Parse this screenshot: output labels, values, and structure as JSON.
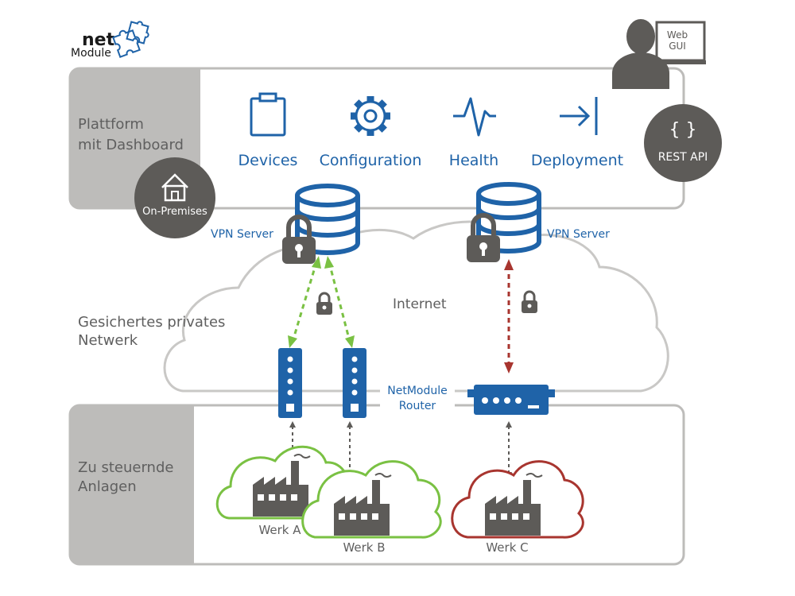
{
  "logo": {
    "line1": "net",
    "line2": "Module"
  },
  "user": {
    "screen_line1": "Web",
    "screen_line2": "GUI"
  },
  "platform": {
    "label_line1": "Plattform",
    "label_line2": "mit Dashboard",
    "features": [
      "Devices",
      "Configuration",
      "Health",
      "Deployment"
    ],
    "rest_api_icon": "{ }",
    "rest_api_label": "REST API",
    "on_premises_label": "On-Premises"
  },
  "vpn": {
    "left_label": "VPN Server",
    "right_label": "VPN Server"
  },
  "network": {
    "internet_label": "Internet",
    "private_line1": "Gesichertes privates",
    "private_line2": "Netwerk",
    "router_line1": "NetModule",
    "router_line2": "Router"
  },
  "plants": {
    "label_line1": "Zu steuernde",
    "label_line2": "Anlagen",
    "items": [
      "Werk A",
      "Werk B",
      "Werk C"
    ]
  },
  "colors": {
    "blue": "#1f63a8",
    "gray_panel": "#bdbcba",
    "dark_gray": "#5d5b58",
    "green": "#7ac143",
    "red": "#a8352f",
    "text_gray": "#5f5f5f"
  }
}
